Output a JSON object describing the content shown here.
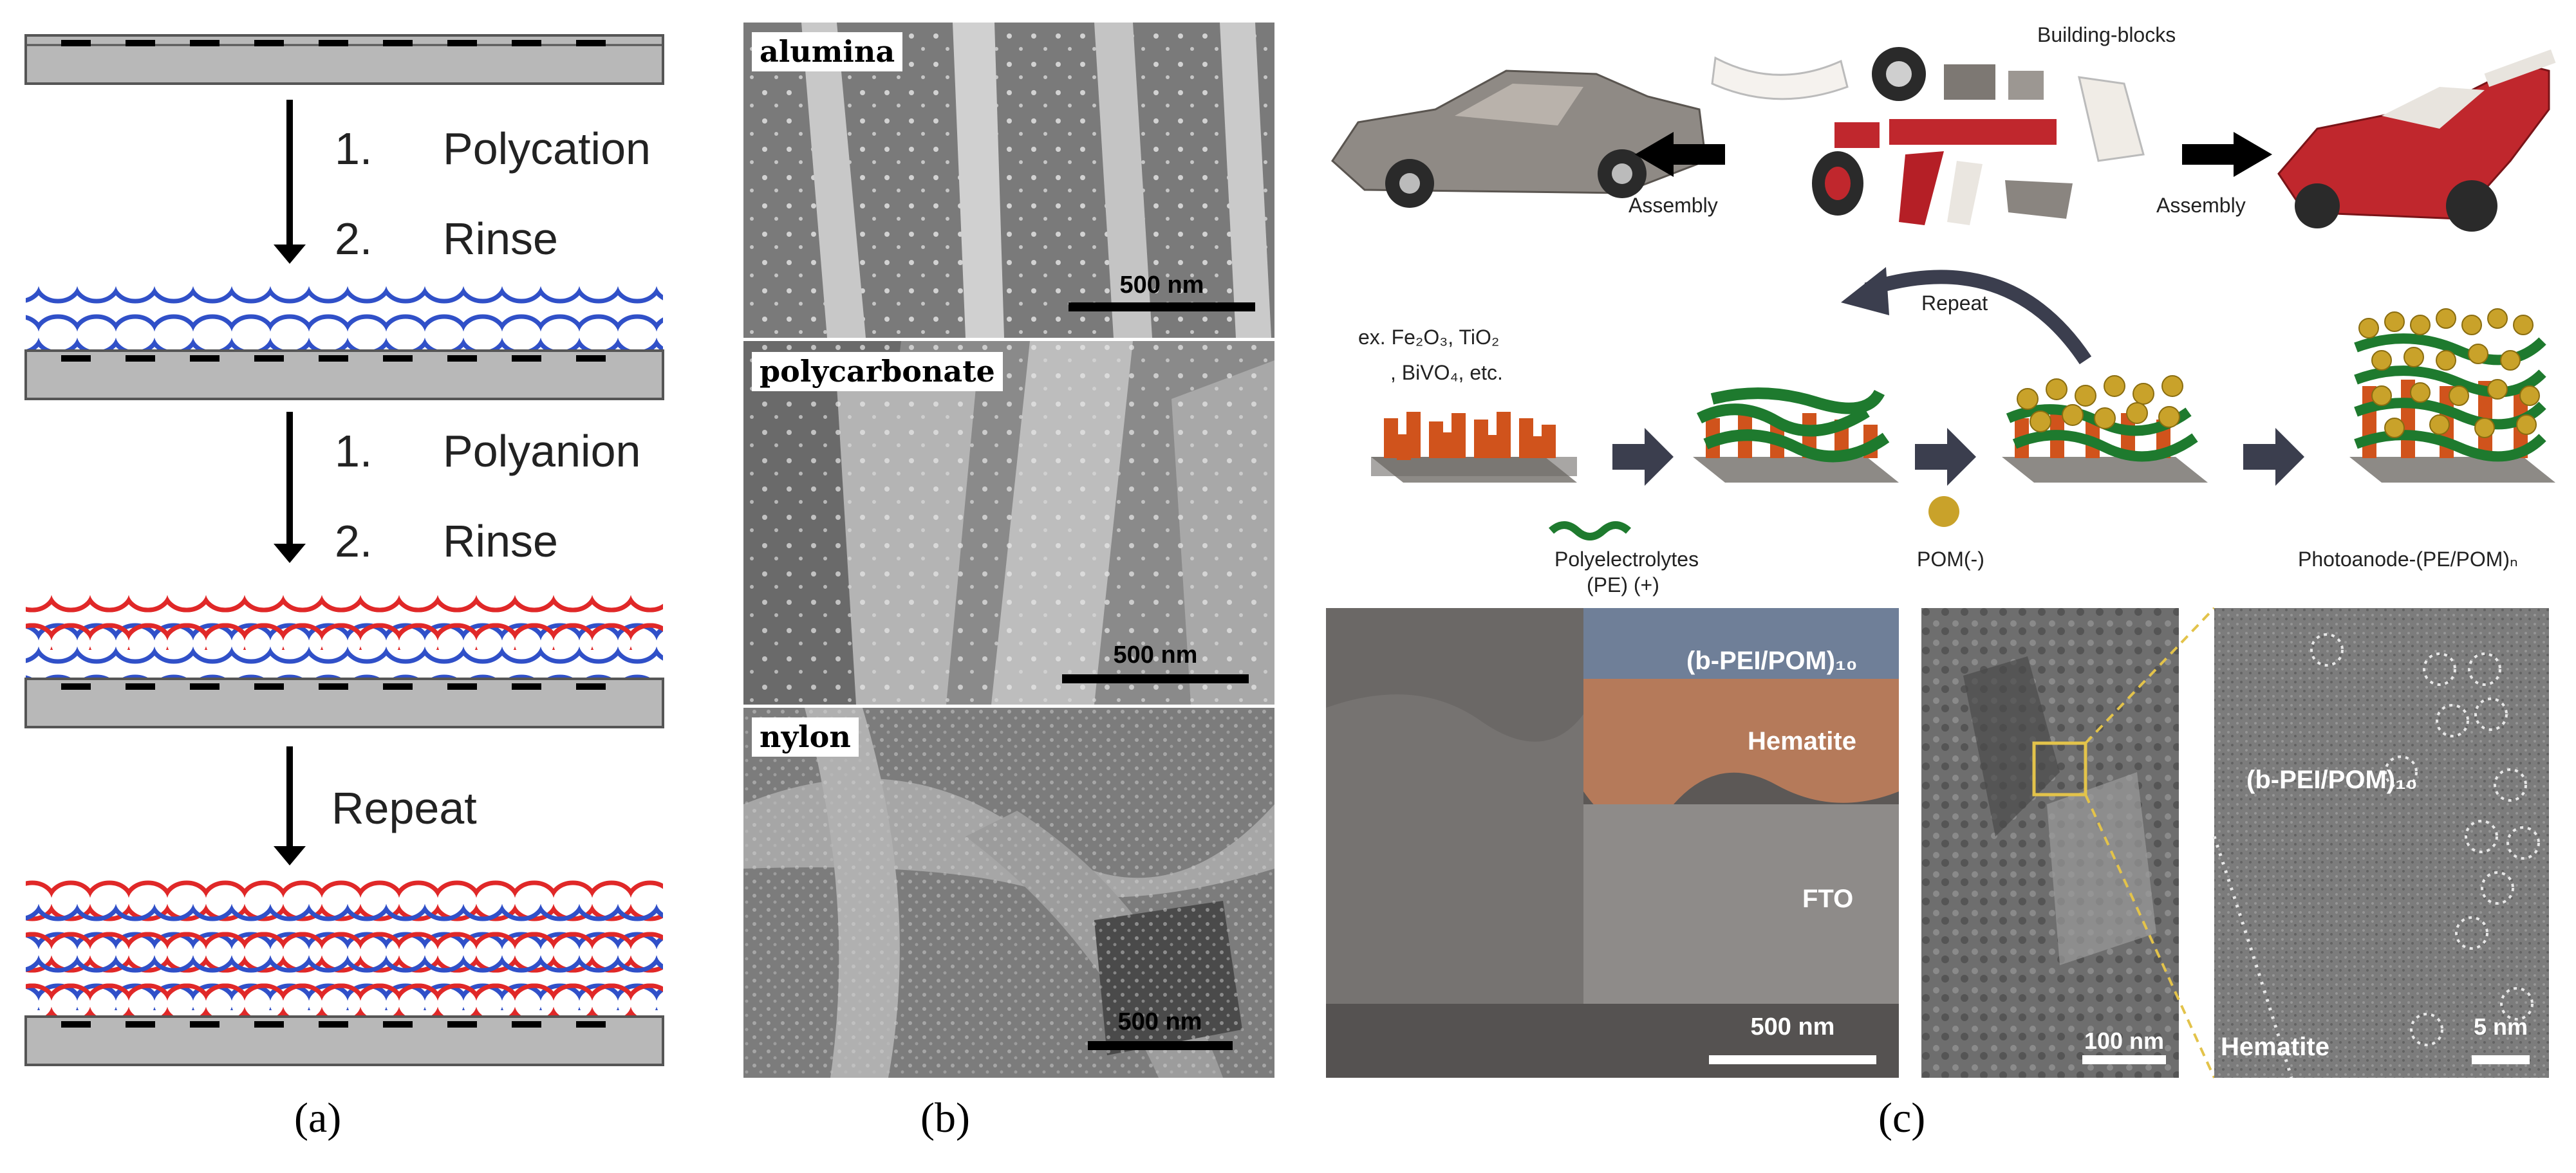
{
  "panel_a": {
    "steps_1": {
      "num1": "1.",
      "text1": "Polycation",
      "num2": "2.",
      "text2": "Rinse"
    },
    "steps_2": {
      "num1": "1.",
      "text1": "Polyanion",
      "num2": "2.",
      "text2": "Rinse"
    },
    "repeat": "Repeat",
    "caption": "(a)"
  },
  "panel_b": {
    "images": [
      {
        "label": "alumina",
        "scale": "500 nm"
      },
      {
        "label": "polycarbonate",
        "scale": "500 nm"
      },
      {
        "label": "nylon",
        "scale": "500 nm"
      }
    ],
    "caption": "(b)"
  },
  "panel_c": {
    "building_blocks": "Building-blocks",
    "assembly_left": "Assembly",
    "assembly_right": "Assembly",
    "repeat": "Repeat",
    "substrate_note_line1": "ex. Fe₂O₃, TiO₂",
    "substrate_note_line2": ", BiVO₄, etc.",
    "pe_label_line1": "Polyelectrolytes",
    "pe_label_line2": "(PE) (+)",
    "pom_label": "POM(-)",
    "product_label": "Photoanode-(PE/POM)ₙ",
    "sem": {
      "layer1": "(b-PEI/POM)₁₀",
      "layer2": "Hematite",
      "layer3": "FTO",
      "scale": "500 nm"
    },
    "tem1": {
      "scale": "100 nm"
    },
    "tem2": {
      "layer": "(b-PEI/POM)₁₀",
      "hematite": "Hematite",
      "scale": "5 nm"
    },
    "caption": "(c)"
  },
  "colors": {
    "polycation": "#3050c8",
    "polyanion": "#e02828",
    "substrate": "#b8b8b8"
  }
}
